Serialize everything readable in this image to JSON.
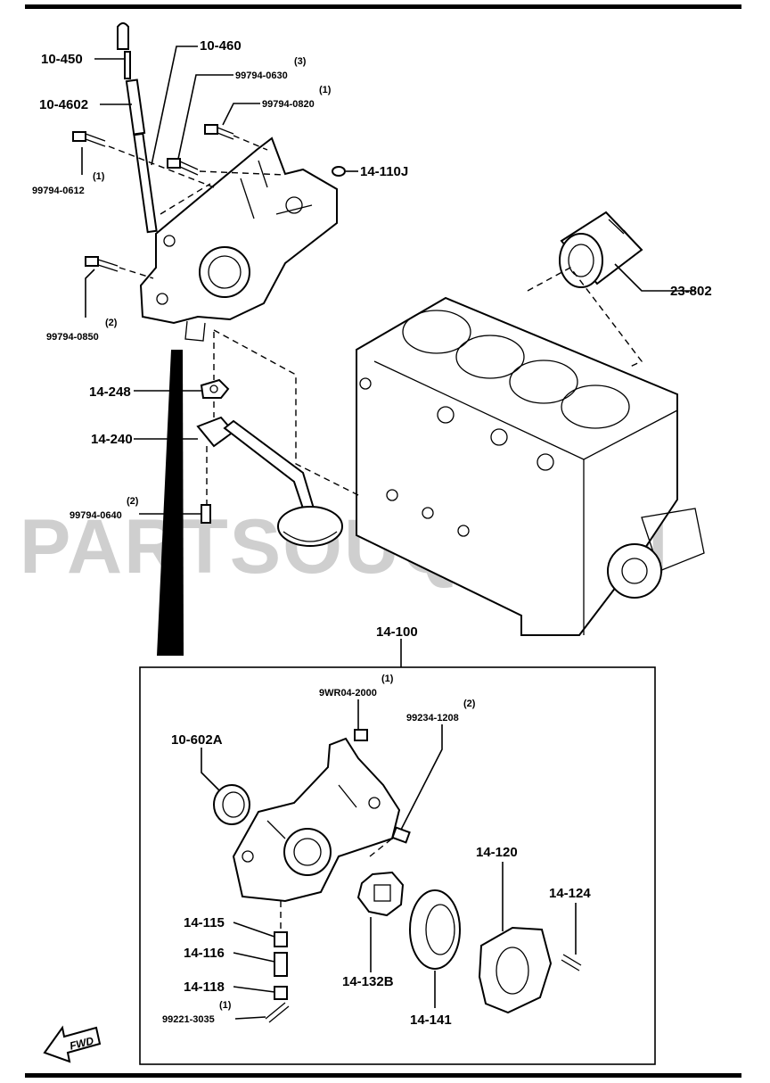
{
  "watermark": "PARTSOUQ.COM",
  "fwd_label": "FWD",
  "labels": {
    "p10_450": "10-450",
    "p10_460": "10-460",
    "p10_4602": "10-4602",
    "p99794_0630_qty": "(3)",
    "p99794_0630": "99794-0630",
    "p99794_0820_qty": "(1)",
    "p99794_0820": "99794-0820",
    "p99794_0612_qty": "(1)",
    "p99794_0612": "99794-0612",
    "p14_110j": "14-110J",
    "p23_802": "23-802",
    "p99794_0850_qty": "(2)",
    "p99794_0850": "99794-0850",
    "p14_248": "14-248",
    "p14_240": "14-240",
    "p99794_0640_qty": "(2)",
    "p99794_0640": "99794-0640",
    "p14_100": "14-100",
    "p9wr04_qty": "(1)",
    "p9wr04_2000": "9WR04-2000",
    "p99234_qty": "(2)",
    "p99234_1208": "99234-1208",
    "p10_602a": "10-602A",
    "p14_120": "14-120",
    "p14_124": "14-124",
    "p14_115": "14-115",
    "p14_116": "14-116",
    "p14_118": "14-118",
    "p99221_qty": "(1)",
    "p99221_3035": "99221-3035",
    "p14_132b": "14-132B",
    "p14_141": "14-141"
  }
}
